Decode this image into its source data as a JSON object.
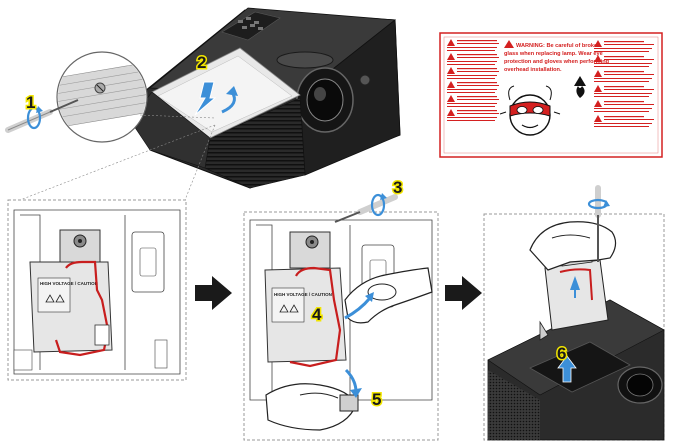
{
  "steps": [
    "1",
    "2",
    "3",
    "4",
    "5",
    "6"
  ],
  "label_text": {
    "lines": [
      "WARNING: Be careful of broken",
      "glass when replacing lamp. Wear eye",
      "protection and gloves when performing",
      "overhead installation."
    ],
    "lamp_hot_label": "HIGH VOLTAGE / CAUTION"
  },
  "colors": {
    "step_label": "#f2e600",
    "warning_red": "#d42020",
    "lamp_wire": "#c81e1e",
    "arrow_blue": "#3c8fd8",
    "panel_border": "#9a9a9a",
    "flow_arrow": "#1a1a1a"
  },
  "icons": [
    "screwdriver-icon",
    "rotate-arrow-icon",
    "lift-arrow-icon",
    "flow-arrow-icon",
    "warning-triangle-icon",
    "goggles-face-icon",
    "hot-surface-icon"
  ]
}
